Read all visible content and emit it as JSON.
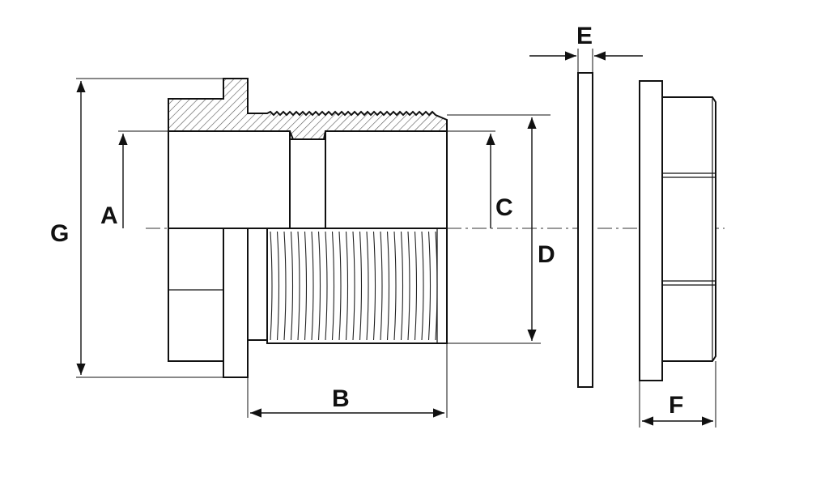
{
  "labels": {
    "a": "A",
    "b": "B",
    "c": "C",
    "d": "D",
    "e": "E",
    "f": "F",
    "g": "G"
  },
  "colors": {
    "stroke": "#111111",
    "hatch": "#555555",
    "background": "#ffffff"
  }
}
